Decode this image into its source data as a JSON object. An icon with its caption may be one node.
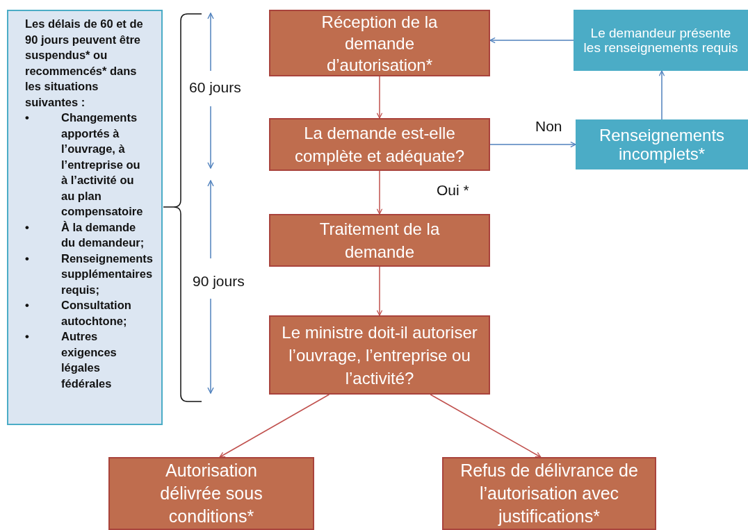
{
  "diagram": {
    "nodes": [
      {
        "text": [
          "Les délais de 60 et de 90 jours peuvent être suspendus* ou recommencés* dans les situations suivantes :",
          "•",
          "Changements apportés à l’ouvrage, à l’entreprise ou à l’activité ou au plan compensatoire",
          "•",
          "À la demande du demandeur;",
          "•",
          "Renseignements supplémentaires requis;",
          "•",
          "Consultation autochtone;",
          "•",
          "Autres exigences légales fédérales"
        ]
      },
      {
        "text": [
          "Réception de la demande d’autorisation*"
        ]
      },
      {
        "text": [
          "La demande est-elle complète et adéquate?"
        ]
      },
      {
        "text": [
          "Traitement de la demande"
        ]
      },
      {
        "text": [
          "Le ministre doit-il autoriser l’ouvrage, l’entreprise ou l’activité?"
        ]
      },
      {
        "text": [
          "Autorisation délivrée sous conditions*"
        ]
      },
      {
        "text": [
          "Refus de délivrance de l’autorisation avec justifications*"
        ]
      },
      {
        "text": [
          "Le demandeur présente les renseignements requis"
        ]
      },
      {
        "text": [
          "Renseignements incomplets*"
        ]
      }
    ],
    "edges": [
      {
        "from": 1,
        "to": 2,
        "arrow": "to"
      },
      {
        "from": 2,
        "to": 3,
        "arrow": "to",
        "label": "Oui *"
      },
      {
        "from": 3,
        "to": 4,
        "arrow": "to"
      },
      {
        "from": 4,
        "to": 5,
        "arrow": "to"
      },
      {
        "from": 4,
        "to": 6,
        "arrow": "to"
      },
      {
        "from": 2,
        "to": 8,
        "arrow": "to",
        "label": "Non",
        "color": "#4f81bd"
      },
      {
        "from": 8,
        "to": 7,
        "arrow": "to",
        "color": "#4f81bd"
      },
      {
        "from": 7,
        "to": 1,
        "arrow": "to",
        "color": "#4f81bd"
      }
    ],
    "labels": [
      "60 jours",
      "90 jours"
    ]
  }
}
